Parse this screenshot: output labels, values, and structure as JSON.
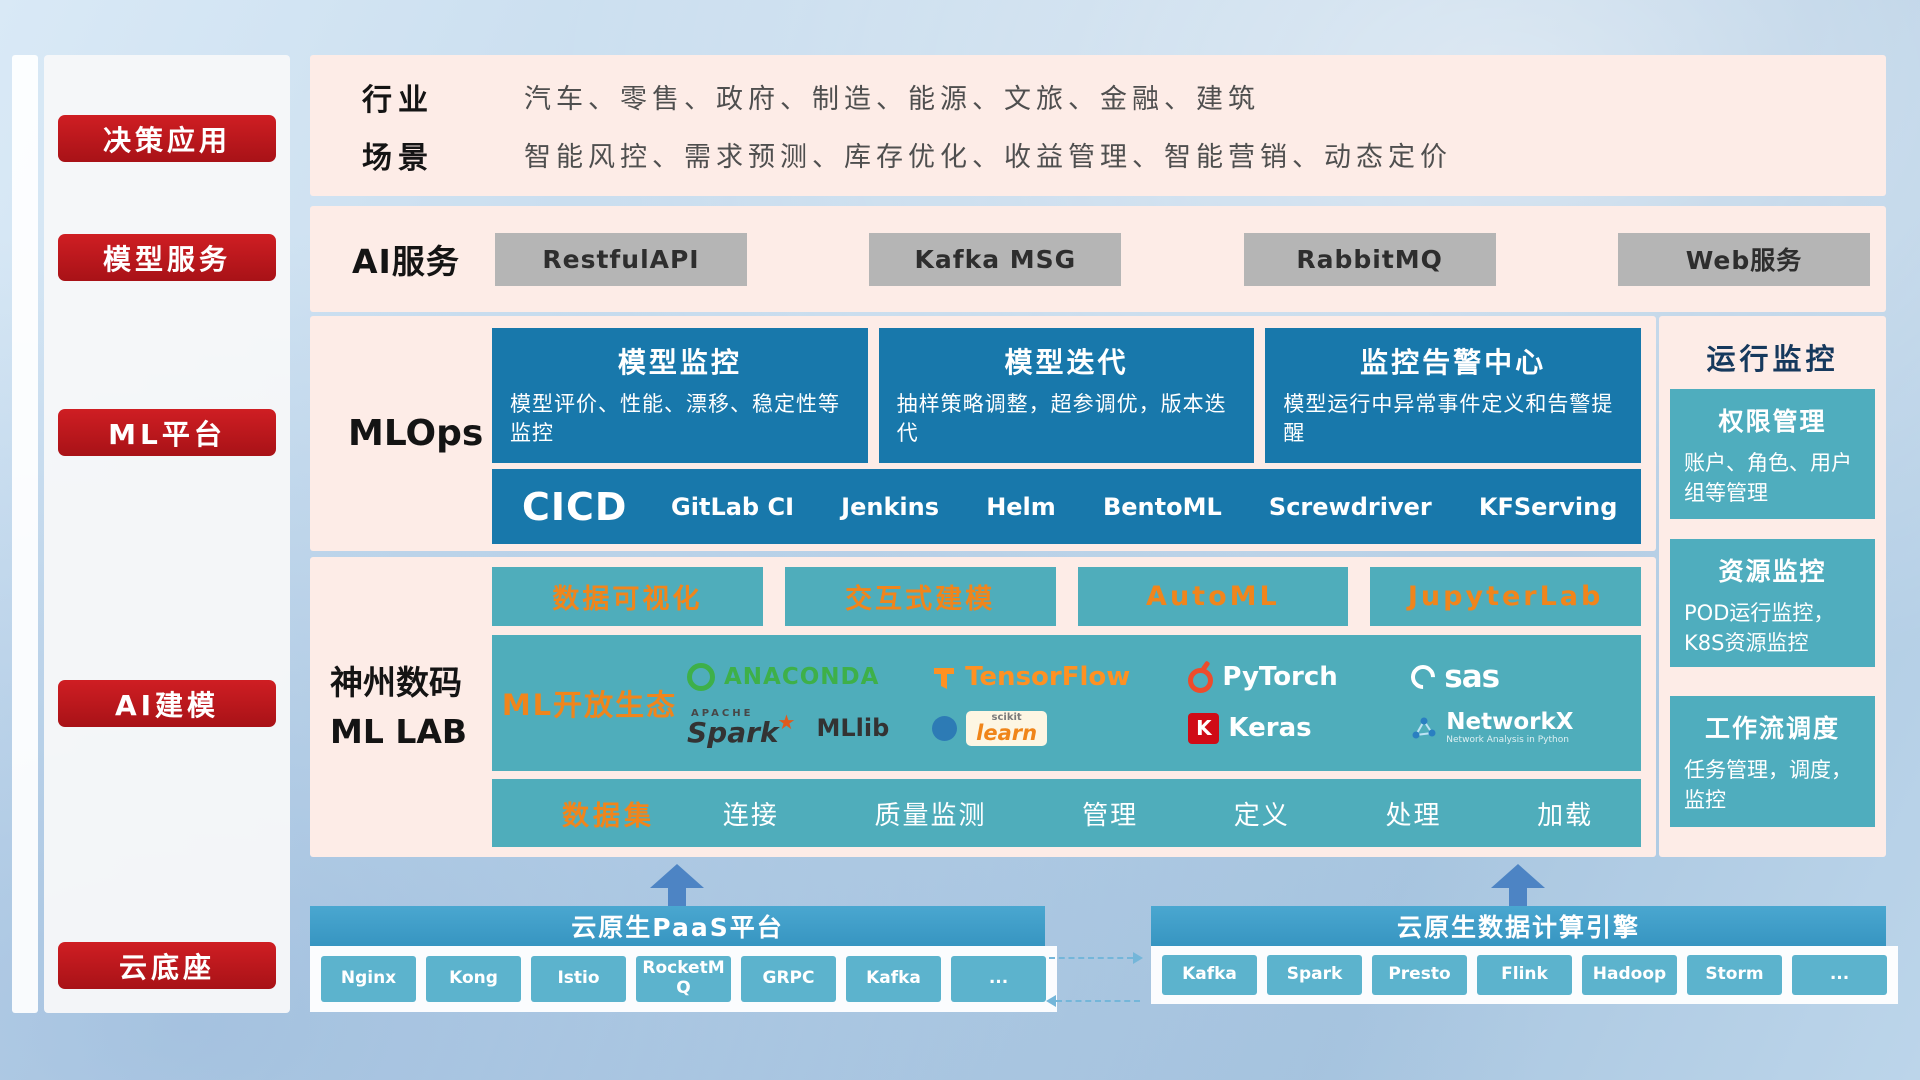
{
  "sidebar": {
    "items": [
      {
        "label": "决策应用"
      },
      {
        "label": "模型服务"
      },
      {
        "label": "ML平台"
      },
      {
        "label": "AI建模"
      },
      {
        "label": "云底座"
      }
    ]
  },
  "industry": {
    "rows": [
      {
        "label": "行业",
        "text": "汽车、零售、政府、制造、能源、文旅、金融、建筑"
      },
      {
        "label": "场景",
        "text": "智能风控、需求预测、库存优化、收益管理、智能营销、动态定价"
      }
    ]
  },
  "ai_service": {
    "label": "AI服务",
    "items": [
      "RestfulAPI",
      "Kafka MSG",
      "RabbitMQ",
      "Web服务"
    ]
  },
  "mlops": {
    "label": "MLOps",
    "cards": [
      {
        "title": "模型监控",
        "desc": "模型评价、性能、漂移、稳定性等监控"
      },
      {
        "title": "模型迭代",
        "desc": "抽样策略调整，超参调优，版本迭代"
      },
      {
        "title": "监控告警中心",
        "desc": "模型运行中异常事件定义和告警提醒"
      }
    ],
    "cicd": {
      "title": "CICD",
      "items": [
        "GitLab CI",
        "Jenkins",
        "Helm",
        "BentoML",
        "Screwdriver",
        "KFServing"
      ]
    }
  },
  "mllab": {
    "label_line1": "神州数码",
    "label_line2": "ML LAB",
    "tools": [
      "数据可视化",
      "交互式建模",
      "AutoML",
      "JupyterLab"
    ],
    "ecosystem": {
      "title": "ML开放生态",
      "logos": [
        {
          "name": "ANACONDA"
        },
        {
          "name": "TensorFlow"
        },
        {
          "name": "PyTorch"
        },
        {
          "name": "sas"
        },
        {
          "top": "APACHE",
          "name": "Spark",
          "sub": "MLlib"
        },
        {
          "top": "scikit",
          "name": "learn"
        },
        {
          "badge": "K",
          "name": "Keras"
        },
        {
          "name": "NetworkX",
          "caption": "Network Analysis in Python"
        }
      ]
    },
    "dataset": {
      "title": "数据集",
      "items": [
        "连接",
        "质量监测",
        "管理",
        "定义",
        "处理",
        "加载"
      ]
    }
  },
  "monitor": {
    "title": "运行监控",
    "cards": [
      {
        "title": "权限管理",
        "desc": "账户、角色、用户组等管理"
      },
      {
        "title": "资源监控",
        "desc": "POD运行监控，K8S资源监控"
      },
      {
        "title": "工作流调度",
        "desc": "任务管理，调度，监控"
      }
    ]
  },
  "bottom": {
    "paas": {
      "title": "云原生PaaS平台",
      "items": [
        "Nginx",
        "Kong",
        "Istio",
        "RocketMQ",
        "GRPC",
        "Kafka",
        "..."
      ]
    },
    "engine": {
      "title": "云原生数据计算引擎",
      "items": [
        "Kafka",
        "Spark",
        "Presto",
        "Flink",
        "Hadoop",
        "Storm",
        "..."
      ]
    }
  },
  "colors": {
    "accent_red": "#c21a1f",
    "deep_blue": "#1878ab",
    "teal": "#4fadbb",
    "orange": "#f0851c",
    "bar_blue": "#3f9ec9",
    "chip_blue": "#5cb3cd",
    "panel_pink": "#fdece7"
  }
}
